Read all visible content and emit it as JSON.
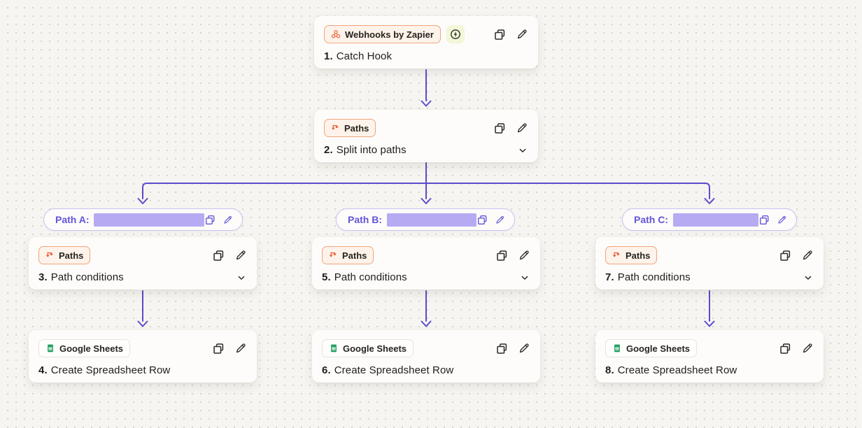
{
  "steps": {
    "s1": {
      "app": "Webhooks by Zapier",
      "num": "1.",
      "title": "Catch Hook"
    },
    "s2": {
      "app": "Paths",
      "num": "2.",
      "title": "Split into paths"
    },
    "s3": {
      "app": "Paths",
      "num": "3.",
      "title": "Path conditions"
    },
    "s4": {
      "app": "Google Sheets",
      "num": "4.",
      "title": "Create Spreadsheet Row"
    },
    "s5": {
      "app": "Paths",
      "num": "5.",
      "title": "Path conditions"
    },
    "s6": {
      "app": "Google Sheets",
      "num": "6.",
      "title": "Create Spreadsheet Row"
    },
    "s7": {
      "app": "Paths",
      "num": "7.",
      "title": "Path conditions"
    },
    "s8": {
      "app": "Google Sheets",
      "num": "8.",
      "title": "Create Spreadsheet Row"
    }
  },
  "paths": {
    "a": {
      "label": "Path A:"
    },
    "b": {
      "label": "Path B:"
    },
    "c": {
      "label": "Path C:"
    }
  },
  "icons": {
    "copy": "copy-icon",
    "edit": "pencil-icon",
    "chevron": "chevron-down-icon",
    "instant": "instant-lightning-icon",
    "webhooks": "webhook-icon",
    "paths_app": "paths-split-icon",
    "sheets": "google-sheets-icon"
  },
  "colors": {
    "canvas_bg": "#f7f5f1",
    "connector_purple": "#5b4ccd",
    "path_accent_purple": "#6355d8",
    "path_bar_fill": "#b6aaf3",
    "app_orange": "#e8552e",
    "sheets_green": "#1f9f5f",
    "card_bg": "#fdfcfa"
  }
}
